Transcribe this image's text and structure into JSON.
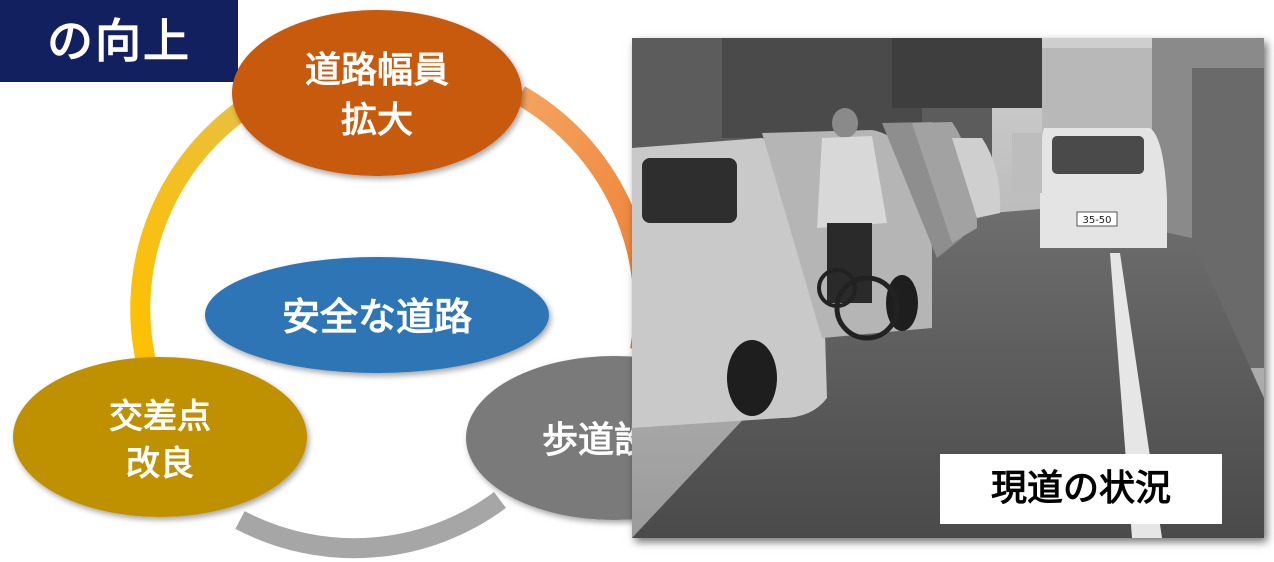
{
  "title": "の向上",
  "cycle": {
    "center": "安全な道路",
    "nodes": {
      "top_line1": "道路幅員",
      "top_line2": "拡大",
      "right": "歩道設置",
      "left_line1": "交差点",
      "left_line2": "改良"
    }
  },
  "photo": {
    "caption": "現道の状況",
    "plate": "35-50"
  },
  "colors": {
    "title_bg": "#12205f",
    "node_top": "#c85a0a",
    "node_right": "#7a7a7a",
    "node_left": "#bf9000",
    "center": "#2e75b6",
    "ring_orange": "#ed7d31",
    "ring_yellow": "#ffc000",
    "ring_gray": "#a6a6a6"
  }
}
